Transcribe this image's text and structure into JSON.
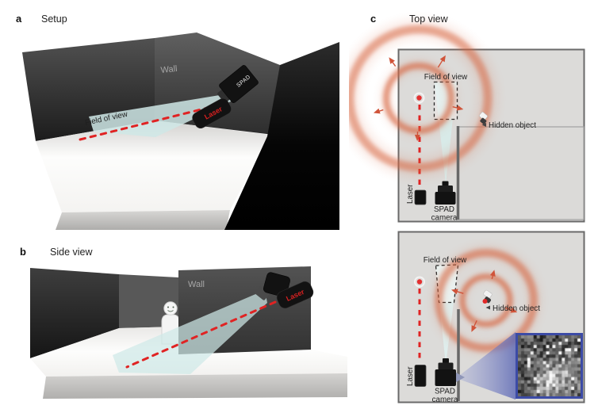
{
  "panel_a": {
    "tag": "a",
    "title": "Setup",
    "wall_label": "Wall",
    "field_of_view_label": "Field of view",
    "spad_label": "SPAD",
    "laser_label": "Laser"
  },
  "panel_b": {
    "tag": "b",
    "title": "Side view",
    "wall_label": "Wall",
    "laser_label": "Laser"
  },
  "panel_c": {
    "tag": "c",
    "title": "Top view",
    "top_view": {
      "field_of_view_label": "Field of view",
      "hidden_object_label": "Hidden object",
      "laser_label": "Laser",
      "camera_label_line1": "SPAD",
      "camera_label_line2": "camera"
    },
    "bottom_view": {
      "field_of_view_label": "Field of view",
      "hidden_object_label": "Hidden object",
      "laser_label": "Laser",
      "camera_label_line1": "SPAD",
      "camera_label_line2": "camera"
    }
  },
  "colors": {
    "laser_red": "#e02323",
    "scatter_ring_orange": "#d7643e",
    "beam_cyan": "#cfe9e7",
    "inset_border_blue": "#3c4ba6",
    "panel_background": "#dcdbd9"
  }
}
